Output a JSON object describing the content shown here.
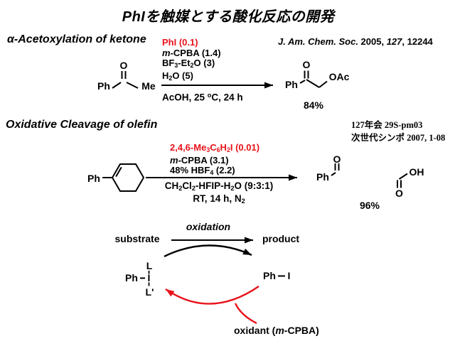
{
  "colors": {
    "accent_red": "#e8121a"
  },
  "title": "PhIを触媒とする酸化反応の開発",
  "reaction1": {
    "heading": "α-Acetoxylation of ketone",
    "reference": [
      {
        "t": "J. Am. Chem. Soc.",
        "c": "i"
      },
      {
        "t": " 2005, "
      },
      {
        "t": "127",
        "c": "i"
      },
      {
        "t": ", 12244"
      }
    ],
    "substrate": {
      "ph": "Ph",
      "o": "O",
      "me": "Me"
    },
    "conditions_above": [
      [
        {
          "t": "PhI (0.1)",
          "c": "red"
        }
      ],
      [
        {
          "t": "m",
          "c": "i"
        },
        {
          "t": "-CPBA (1.4)"
        }
      ],
      [
        {
          "t": "BF"
        },
        {
          "t": "3",
          "c": "sub"
        },
        {
          "t": "-Et"
        },
        {
          "t": "2",
          "c": "sub"
        },
        {
          "t": "O (3)"
        }
      ],
      [
        {
          "t": "H"
        },
        {
          "t": "2",
          "c": "sub"
        },
        {
          "t": "O (5)"
        }
      ]
    ],
    "conditions_below": [
      [
        {
          "t": "AcOH, 25 "
        },
        {
          "t": "o",
          "c": "sup"
        },
        {
          "t": "C, 24 h"
        }
      ]
    ],
    "product": {
      "ph": "Ph",
      "o": "O",
      "oac": "OAc",
      "yield": "84%"
    }
  },
  "reaction2": {
    "heading": "Oxidative Cleavage of olefin",
    "references": [
      "127年会 29S-pm03",
      "次世代シンポ 2007, 1-08"
    ],
    "substrate": {
      "ph": "Ph"
    },
    "conditions_above": [
      [
        {
          "t": "2,4,6-Me",
          "c": "red"
        },
        {
          "t": "3",
          "c": "red sub"
        },
        {
          "t": "C",
          "c": "red"
        },
        {
          "t": "6",
          "c": "red sub"
        },
        {
          "t": "H",
          "c": "red"
        },
        {
          "t": "2",
          "c": "red sub"
        },
        {
          "t": "I (0.01)",
          "c": "red"
        }
      ],
      [
        {
          "t": "m",
          "c": "i"
        },
        {
          "t": "-CPBA (3.1)"
        }
      ],
      [
        {
          "t": "48% HBF"
        },
        {
          "t": "4",
          "c": "sub"
        },
        {
          "t": " (2.2)"
        }
      ]
    ],
    "conditions_below": [
      [
        {
          "t": "CH"
        },
        {
          "t": "2",
          "c": "sub"
        },
        {
          "t": "Cl"
        },
        {
          "t": "2",
          "c": "sub"
        },
        {
          "t": "-HFIP-H"
        },
        {
          "t": "2",
          "c": "sub"
        },
        {
          "t": "O (9:3:1)"
        }
      ],
      [
        {
          "t": "RT, 14 h, N"
        },
        {
          "t": "2",
          "c": "sub"
        }
      ]
    ],
    "product": {
      "ph": "Ph",
      "o_ketone": "O",
      "oh": "OH",
      "o_acid": "O",
      "yield": "96%"
    }
  },
  "cycle": {
    "substrate_label": "substrate",
    "oxidation_label": "oxidation",
    "product_label": "product",
    "left_species": {
      "l_top": "L",
      "ph": "Ph",
      "i": "I",
      "l_bottom": "L'"
    },
    "right_species": {
      "ph": "Ph",
      "i": "I"
    },
    "oxidant_label": [
      {
        "t": "oxidant ("
      },
      {
        "t": "m",
        "c": "i"
      },
      {
        "t": "-CPBA)"
      }
    ]
  }
}
